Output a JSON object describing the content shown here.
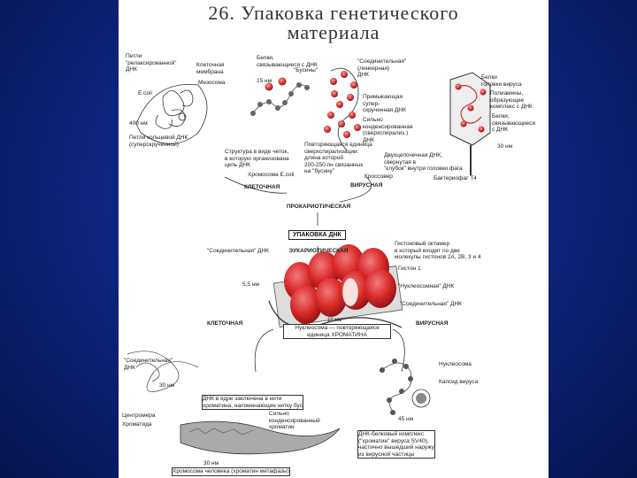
{
  "slide": {
    "title": "26. Упаковка генетического",
    "title_line2": "материала",
    "prokaryote": {
      "loops_label": "Петли\n\"релаксированной\"\nДНК",
      "membrane_label": "Клеточная\nмембрана",
      "mesosome_label": "Мезосома",
      "ecoli_label": "E.coli",
      "nm_400": "400 нм",
      "supercoiled_label": "Петли кольцевой ДНК\n(суперскрученной)",
      "proteins_label": "Белки,\nсвязывающиеся с ДНК",
      "nm_15": "15 нм",
      "beads_label": "\"Бусины\"",
      "chain_label": "Структура в виде четок,\nв которую организована\nцепь ДНК",
      "chromosome_label": "Хромосома E.coli",
      "linker_label": "\"Соединительная\"\n(линкерная)\nДНК",
      "cells_label": "КЛЕТОЧНАЯ"
    },
    "supercoil": {
      "linkers_label": "Примыкающая\nсупер-\nскрученная ДНК",
      "condensed_label": "Сильно\nконденсированная\n(сверхспирализ.)\nДНК",
      "repeat_label": "Повторяющаяся единица\nсверхспирализации:\nдлина которой\n200-250 пн связанных\nна \"бусину\"",
      "cross_label": "Кроссовер",
      "virus_label": "ВИРУСНАЯ"
    },
    "phage": {
      "protein_coat": "Белки\nголовки вируса",
      "poly_label": "Полиамины,\nобразующие\nкомплекс с ДНК",
      "other_label": "Белки,\nсвязывающиеся\nс ДНК",
      "nm_30": "30 нм",
      "dsdna_label": "Двухцепочечная ДНК,\nсвернутая в\n\"клубок\" внутри головки фага",
      "phage_label": "Бактериофаг Т4"
    },
    "flow": {
      "prokaryotic": "ПРОКАРИОТИЧЕСКАЯ",
      "packing": "УПАКОВКА ДНК",
      "eukaryotic": "ЭУКАРИОТИЧЕСКАЯ"
    },
    "nucleosome": {
      "linker_dna": "\"Соединительная\" ДНК",
      "histone_octamer": "Гистоновый октамер\nв который входят по две\nмолекулы гистонов 2А, 2В, 3 и 4",
      "h1": "Гистон 1",
      "nucleosomal": "\"Нуклеосомная\" ДНК",
      "core_linker": "\"Соединительная\" ДНК",
      "nm_5": "5,5 нм",
      "nm_11": "11 нм",
      "chain": "Нуклеосома — повторяющаяся\nединица ХРОМАТИНА",
      "cell_label": "КЛЕТОЧНАЯ",
      "virus_label": "ВИРУСНАЯ"
    },
    "lower_left": {
      "nm_30": "30 нм",
      "linker": "\"Соединительная\"\nДНК",
      "chromatin_desc": "ДНК в ядре заключена в нити\nхроматина, напоминающие нитку бус",
      "centromere": "Центромера",
      "chromatid": "Хроматида",
      "condensed": "Сильно\nконденсированный\nхроматин",
      "bottom": "Хромосома человека (хроматин метафазы)",
      "nm_30b": "30 нм"
    },
    "lower_right": {
      "nucleosome": "Нуклеосома",
      "capsid": "Капсид вируса",
      "nm_45": "45 нм",
      "complex": "ДНК-белковый комплекс\n(\"хроматин\" вируса SV40),\nчастично вышедший наружу\nиз вирусной частицы"
    }
  }
}
